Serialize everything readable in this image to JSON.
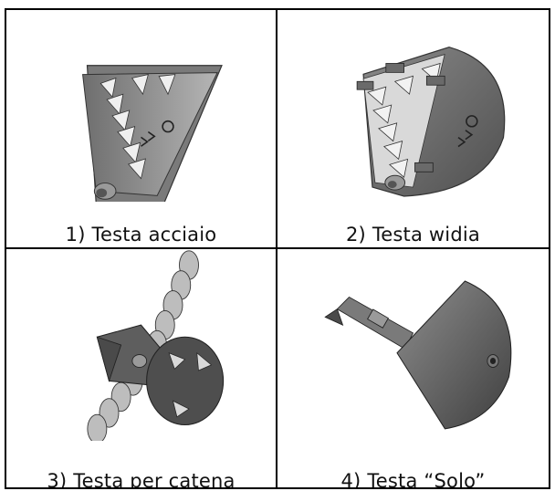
{
  "panels": [
    {
      "caption": "1) Testa acciaio",
      "icon": "steel-head-icon"
    },
    {
      "caption": "2) Testa widia",
      "icon": "widia-head-icon"
    },
    {
      "caption": "3) Testa per catena",
      "icon": "chain-head-icon"
    },
    {
      "caption": "4) Testa “Solo”",
      "icon": "solo-head-icon"
    }
  ],
  "colors": {
    "border": "#000000",
    "metal_dark": "#5a5a5a",
    "metal_mid": "#8c8c8c",
    "metal_light": "#e6e6e6"
  }
}
